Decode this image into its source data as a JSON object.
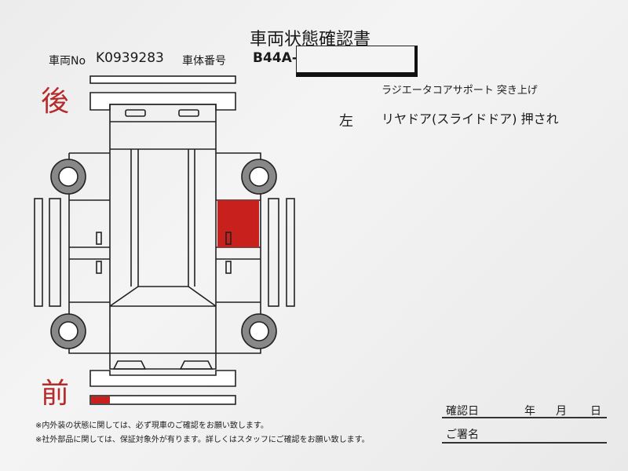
{
  "document": {
    "title": "車両状態確認書",
    "vehicle_no_label": "車両No",
    "vehicle_no": "K0939283",
    "body_no_label": "車体番号",
    "body_no": "B44A-",
    "rear_label": "後",
    "front_label": "前",
    "side_label": "左",
    "damage_notes": [
      "ラジエータコアサポート 突き上げ",
      "リヤドア(スライドドア) 押され"
    ],
    "disclaimers": [
      "※内外装の状態に関しては、必ず現車のご確認をお願い致します。",
      "※社外部品に関しては、保証対象外が有ります。詳しくはスタッフにご確認をお願い致します。"
    ],
    "confirm_date_label": "確認日",
    "year_label": "年",
    "month_label": "月",
    "day_label": "日",
    "signature_label": "ご署名"
  },
  "colors": {
    "damage": "#c8201c",
    "label_red": "#b52a2a"
  }
}
